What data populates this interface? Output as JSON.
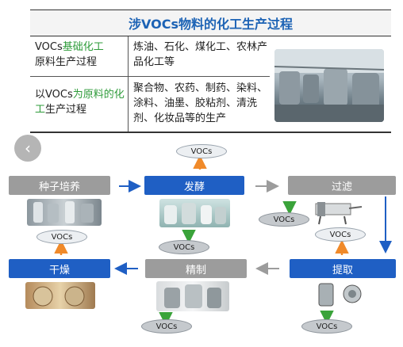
{
  "table": {
    "title": "涉VOCs物料的化工生产过程",
    "row1": {
      "label_part1": "VOCs",
      "label_green": "基础化工",
      "label_part2": "原料生产过程",
      "content": "炼油、石化、煤化工、农林产品化工等"
    },
    "row2": {
      "label_part1": "以VOCs",
      "label_green": "为原料的化工",
      "label_part2": "生产过程",
      "content": "聚合物、农药、制药、染料、涂料、油墨、胶粘剂、清洗剂、化妆品等的生产"
    }
  },
  "nav": {
    "back_icon": "‹"
  },
  "process": {
    "steps": {
      "seed": "种子培养",
      "ferment": "发酵",
      "filter": "过滤",
      "dry": "干燥",
      "refine": "精制",
      "extract": "提取"
    },
    "vocs_label": "VOCs"
  },
  "colors": {
    "accent_blue": "#1f5fc4",
    "step_gray": "#9c9c9c",
    "green_text": "#2e9b3a",
    "arrow_orange": "#f08a2a",
    "arrow_green": "#3aa33a"
  }
}
